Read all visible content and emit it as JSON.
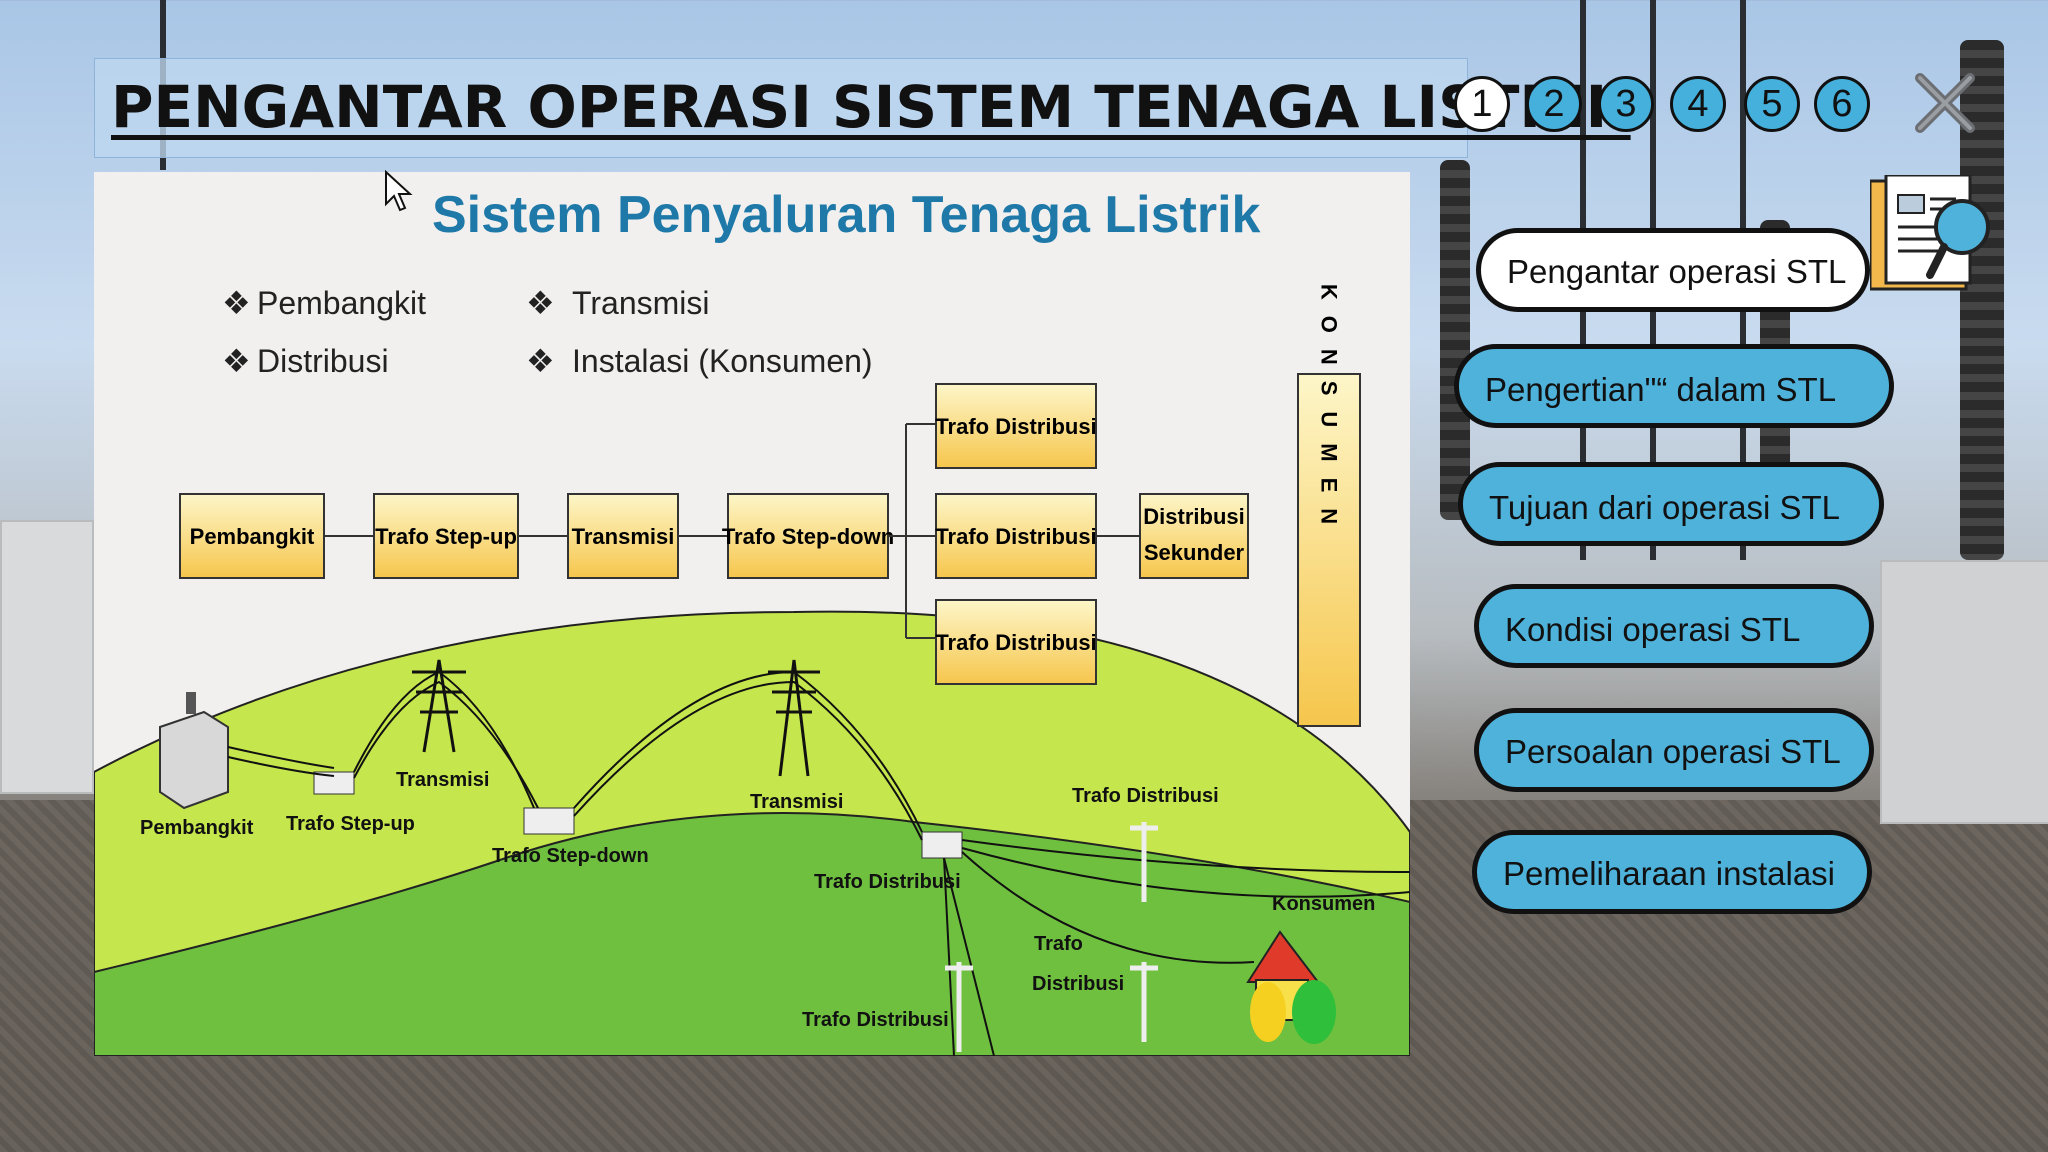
{
  "title": "PENGANTAR OPERASI SISTEM TENAGA LISTRIK",
  "pager": [
    "1",
    "2",
    "3",
    "4",
    "5",
    "6"
  ],
  "pager_active": 0,
  "close_icon": "close-icon",
  "menu": [
    {
      "label": "Pengantar operasi STL"
    },
    {
      "label": "Pengertian\"“ dalam STL"
    },
    {
      "label": "Tujuan dari operasi STL"
    },
    {
      "label": "Kondisi operasi STL"
    },
    {
      "label": "Persoalan operasi STL"
    },
    {
      "label": "Pemeliharaan instalasi"
    }
  ],
  "slide": {
    "heading": "Sistem Penyaluran Tenaga Listrik",
    "bullets": [
      "Pembangkit",
      "Distribusi",
      "Transmisi",
      "Instalasi (Konsumen)"
    ],
    "boxes": {
      "pembangkit": "Pembangkit",
      "stepup": "Trafo Step-up",
      "transmisi": "Transmisi",
      "stepdown": "Trafo Step-down",
      "trafo_dist": "Trafo Distribusi",
      "dist_sekunder_1": "Distribusi",
      "dist_sekunder_2": "Sekunder",
      "konsumen": "KONSUMEN"
    },
    "illustration_labels": {
      "pembangkit": "Pembangkit",
      "stepup": "Trafo Step-up",
      "transmisi_1": "Transmisi",
      "stepdown": "Trafo Step-down",
      "transmisi_2": "Transmisi",
      "trafo_dist_1": "Trafo Distribusi",
      "trafo_dist_2": "Trafo Distribusi",
      "trafo_dist_3a": "Trafo",
      "trafo_dist_3b": "Distribusi",
      "trafo_dist_4": "Trafo Distribusi",
      "konsumen": "Konsumen"
    }
  },
  "colors": {
    "accent_blue": "#4fb2db",
    "heading_blue": "#1f79a8",
    "box_top": "#fdf6c9",
    "box_bottom": "#f6c64c",
    "hill_light": "#c5e64c",
    "hill_dark": "#70c040"
  }
}
